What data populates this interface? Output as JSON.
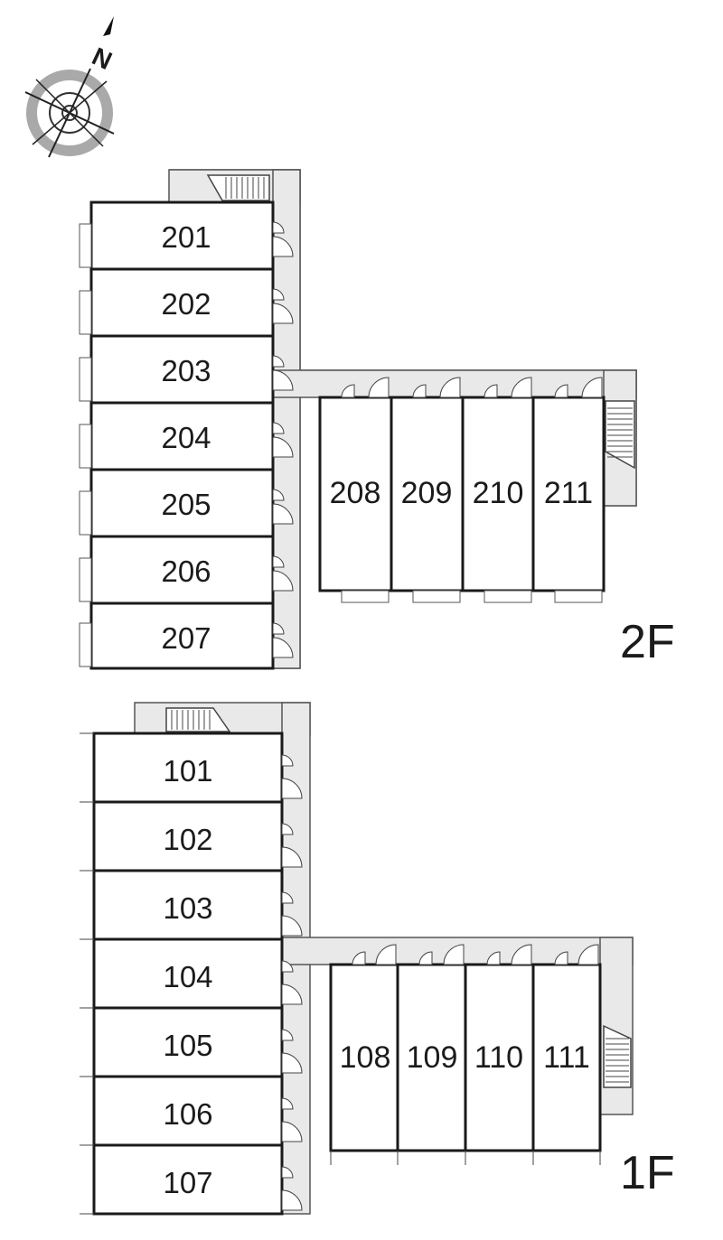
{
  "compass": {
    "north_letter": "N"
  },
  "floors": [
    {
      "id": "2F",
      "label": "2F",
      "left_units": [
        "201",
        "202",
        "203",
        "204",
        "205",
        "206",
        "207"
      ],
      "right_units": [
        "208",
        "209",
        "210",
        "211"
      ]
    },
    {
      "id": "1F",
      "label": "1F",
      "left_units": [
        "101",
        "102",
        "103",
        "104",
        "105",
        "106",
        "107"
      ],
      "right_units": [
        "108",
        "109",
        "110",
        "111"
      ]
    }
  ],
  "colors": {
    "corridor": "#e9e9e9",
    "wall": "#1a1a1a",
    "stroke": "#555555"
  }
}
